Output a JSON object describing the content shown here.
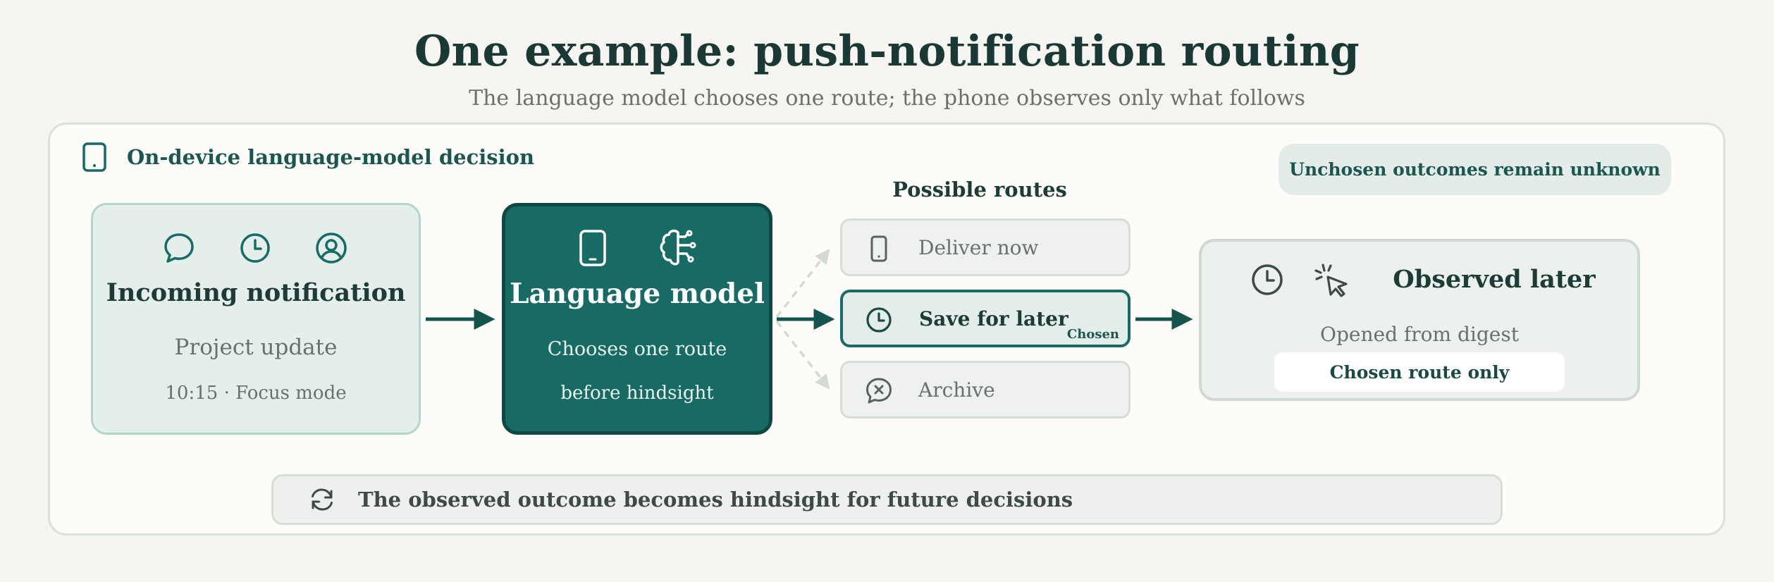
{
  "title": "One example: push-notification routing",
  "subtitle": "The language model chooses one route; the phone observes only what follows",
  "panel": {
    "title": "On-device language-model decision",
    "icon": "phone-icon"
  },
  "unknown_note": "Unchosen outcomes remain unknown",
  "incoming": {
    "title": "Incoming notification",
    "subtitle": "Project update",
    "meta": "10:15 · Focus mode",
    "icons": [
      "chat-bubble-icon",
      "clock-icon",
      "user-circle-icon"
    ]
  },
  "model": {
    "title": "Language model",
    "line1": "Chooses one route",
    "line2": "before hindsight",
    "icons": [
      "phone-icon",
      "brain-icon"
    ]
  },
  "routes": {
    "title": "Possible routes",
    "items": [
      {
        "label": "Deliver now",
        "icon": "phone-icon",
        "chosen": false
      },
      {
        "label": "Save for later",
        "icon": "clock-icon",
        "chosen": true
      },
      {
        "label": "Archive",
        "icon": "archive-x-icon",
        "chosen": false
      }
    ],
    "chosen_tag": "Chosen"
  },
  "observed": {
    "title": "Observed later",
    "subtitle": "Opened from digest",
    "pill": "Chosen route only",
    "icons": [
      "clock-icon",
      "cursor-click-icon"
    ]
  },
  "footer": {
    "text": "The observed outcome becomes hindsight for future decisions",
    "icon": "refresh-icon"
  },
  "colors": {
    "teal": "#176b64",
    "dark_teal": "#0f4742",
    "muted": "#6a706c",
    "background": "#f6f5f2"
  }
}
